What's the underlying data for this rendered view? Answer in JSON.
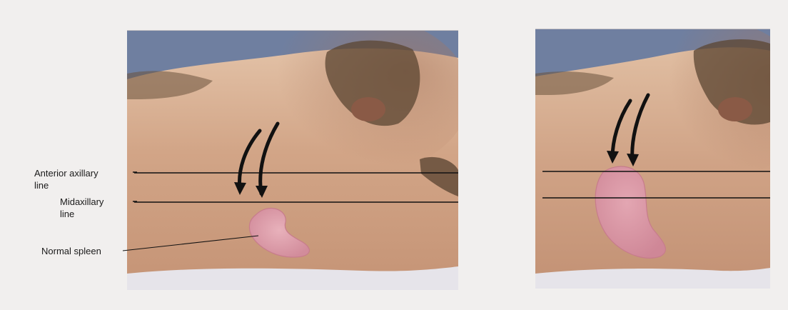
{
  "labels": {
    "anterior_axillary": "Anterior axillary\nline",
    "midaxillary": "Midaxillary\nline",
    "normal_spleen": "Normal spleen"
  },
  "colors": {
    "sky": "#6f7fa0",
    "skin_light": "#ddb79a",
    "skin_dark": "#b88568",
    "spleen": "#d99aa6",
    "spleen_edge": "#c77c8c",
    "sheet": "#e6e4ea",
    "line": "#111111",
    "hair": "#5b4532"
  },
  "icons": [
    "curved-arrow-icon"
  ]
}
